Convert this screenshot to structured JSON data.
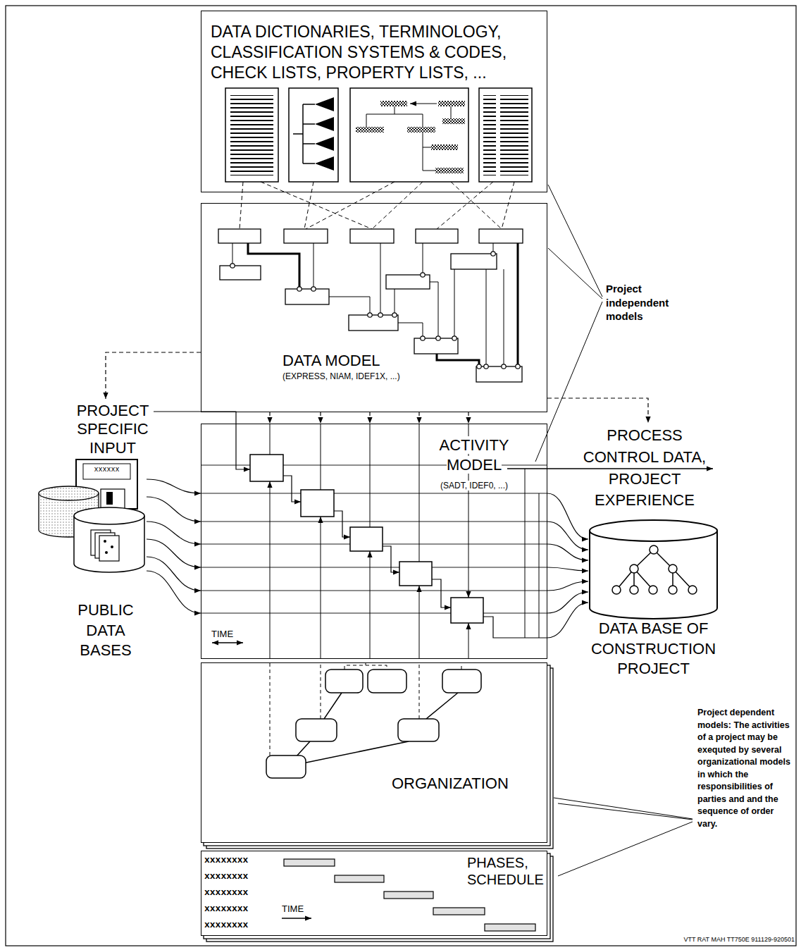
{
  "diagram": {
    "nodes": [
      {
        "text": [
          "DATA DICTIONARIES, TERMINOLOGY, CLASSIFICATION SYSTEMS & CODES, CHECK LISTS, PROPERTY LISTS, ..."
        ]
      },
      {
        "text": [
          "DATA MODEL",
          "(EXPRESS, NIAM, IDEF1X, ...)"
        ]
      },
      {
        "text": [
          "ACTIVITY MODEL",
          "(SADT, IDEF0, ...)"
        ]
      },
      {
        "text": [
          "ORGANIZATION"
        ]
      },
      {
        "text": [
          "PHASES, SCHEDULE"
        ]
      },
      {
        "text": [
          "DATA BASE OF CONSTRUCTION PROJECT"
        ]
      },
      {
        "text": [
          "PUBLIC DATA BASES"
        ]
      }
    ],
    "edges": [
      {
        "from": 1,
        "to": 2,
        "arrow": "to"
      },
      {
        "from": 1,
        "to": 2,
        "arrow": "to"
      },
      {
        "from": 1,
        "to": 2,
        "arrow": "to"
      },
      {
        "from": 1,
        "to": 2,
        "arrow": "to"
      },
      {
        "from": 1,
        "to": 2,
        "arrow": "to"
      },
      {
        "from": 6,
        "to": 2,
        "arrow": "to"
      },
      {
        "from": 6,
        "to": 2,
        "arrow": "to"
      },
      {
        "from": 6,
        "to": 2,
        "arrow": "to"
      },
      {
        "from": 6,
        "to": 2,
        "arrow": "to"
      },
      {
        "from": 6,
        "to": 2,
        "arrow": "to"
      },
      {
        "from": 6,
        "to": 2,
        "arrow": "to"
      },
      {
        "from": 2,
        "to": 5,
        "arrow": "to"
      },
      {
        "from": 2,
        "to": 5,
        "arrow": "to"
      },
      {
        "from": 2,
        "to": 5,
        "arrow": "to"
      },
      {
        "from": 2,
        "to": 5,
        "arrow": "to"
      },
      {
        "from": 2,
        "to": 5,
        "arrow": "to"
      },
      {
        "from": 2,
        "to": 5,
        "arrow": "to"
      },
      {
        "from": 2,
        "to": 5,
        "arrow": "to"
      }
    ],
    "labels": [
      "Project independent models",
      "PROJECT SPECIFIC INPUT",
      "PROCESS CONTROL DATA, PROJECT EXPERIENCE",
      "xxxxxx",
      "TIME",
      "xxxxxxxx",
      "xxxxxxxx",
      "xxxxxxxx",
      "xxxxxxxx",
      "xxxxxxxx",
      "TIME",
      "Project dependent models: The activities of a project may be exequted by several organizational models in which the responsibilities of parties and and the sequence of order vary.",
      "VTT RAT MAH TT750E 911129-920501"
    ]
  }
}
